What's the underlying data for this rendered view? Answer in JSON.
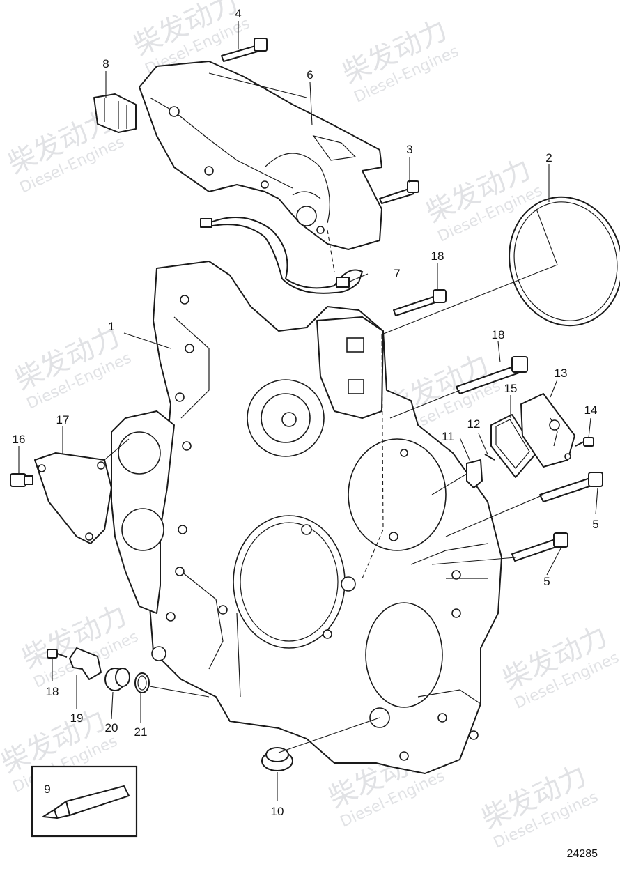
{
  "watermark": {
    "brand": "柴发动力",
    "subtitle": "Diesel-Engines"
  },
  "callouts": [
    "1",
    "2",
    "3",
    "4",
    "5",
    "5",
    "6",
    "7",
    "8",
    "9",
    "10",
    "11",
    "12",
    "13",
    "14",
    "15",
    "16",
    "17",
    "18",
    "18",
    "18",
    "19",
    "20",
    "21"
  ],
  "reference_number": "24285",
  "colors": {
    "line": "#1a1a1a",
    "watermark": "#c9ccd0",
    "background": "#ffffff"
  }
}
